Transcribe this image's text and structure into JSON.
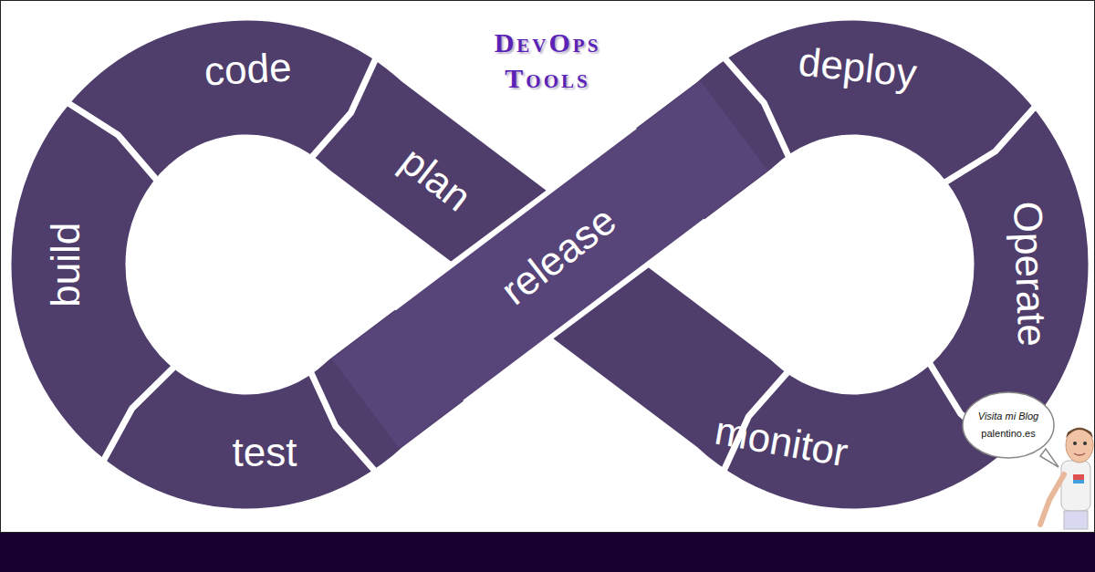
{
  "diagram": {
    "title": "DevOps Tools",
    "nodes": [
      {
        "text": [
          "plan"
        ]
      },
      {
        "text": [
          "code"
        ]
      },
      {
        "text": [
          "build"
        ]
      },
      {
        "text": [
          "test"
        ]
      },
      {
        "text": [
          "release"
        ]
      },
      {
        "text": [
          "deploy"
        ]
      },
      {
        "text": [
          "Operate"
        ]
      },
      {
        "text": [
          "monitor"
        ]
      },
      {
        "text": [
          "Visita mi Blog",
          "palentino.es"
        ]
      }
    ]
  }
}
